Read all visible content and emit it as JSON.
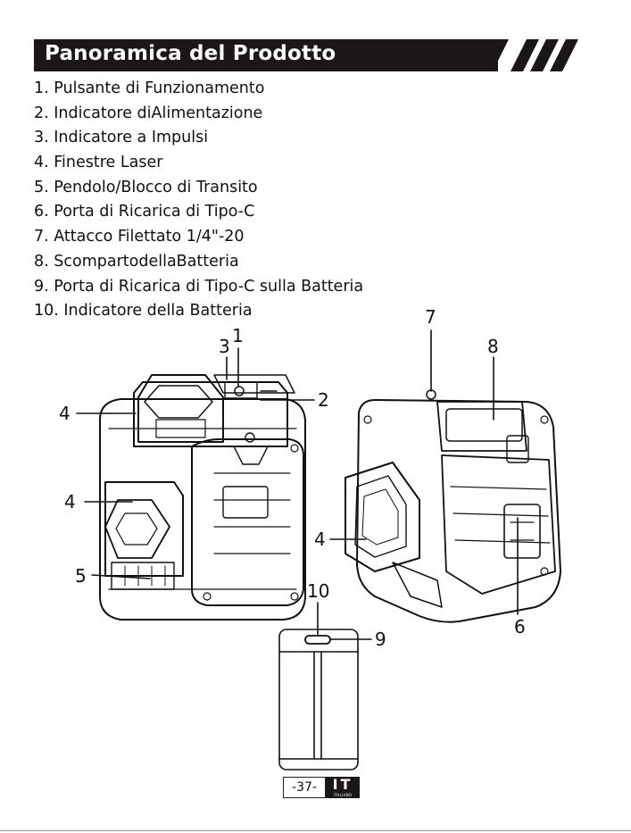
{
  "header": {
    "title": "Panoramica del Prodotto"
  },
  "parts": [
    "1. Pulsante di Funzionamento",
    "2. Indicatore diAlimentazione",
    "3. Indicatore a Impulsi",
    "4. Finestre Laser",
    "5. Pendolo/Blocco di Transito",
    "6. Porta di Ricarica di Tipo-C",
    "7. Attacco Filettato 1/4\"-20",
    "8. ScompartodellaBatteria",
    "9. Porta di Ricarica di Tipo-C sulla Batteria",
    "10. Indicatore della Batteria"
  ],
  "callouts": {
    "c1": "1",
    "c2": "2",
    "c3": "3",
    "c4a": "4",
    "c4b": "4",
    "c4c": "4",
    "c5": "5",
    "c6": "6",
    "c7": "7",
    "c8": "8",
    "c9": "9",
    "c10": "10"
  },
  "footer": {
    "page": "-37-",
    "lang_code": "IT",
    "lang_name": "ITALIANO"
  }
}
